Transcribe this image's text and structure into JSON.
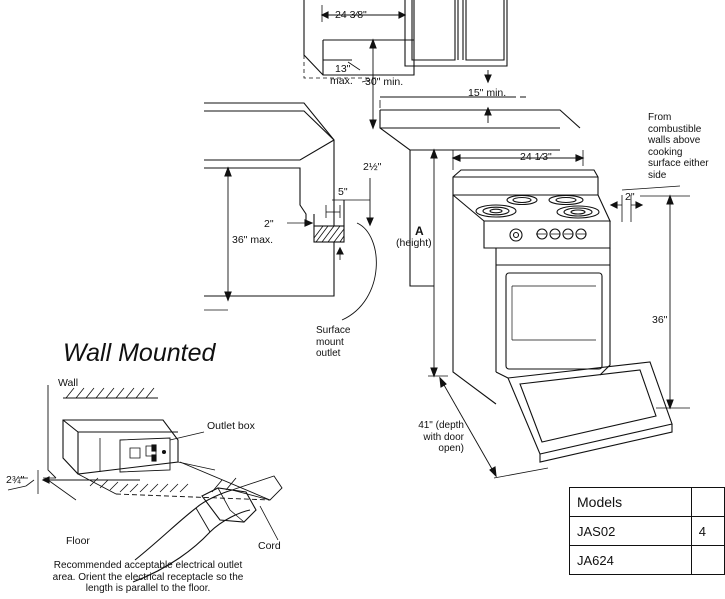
{
  "labels": {
    "top_width": "24 3⁄8\"",
    "cabinet_depth_max_value": "13\"",
    "cabinet_depth_max_suffix": "max.",
    "clearance_above": "30\" min.",
    "side_clearance_min": "15\" min.",
    "outlet_offset_5": "5\"",
    "outlet_offset_2a": "2\"",
    "outlet_offset_2half": "2½\"",
    "counter_height_max": "36\" max.",
    "dim_a_letter": "A",
    "dim_a_caption": "(height)",
    "range_width": "24 1⁄3\"",
    "side_gap": "2\"",
    "range_height_36": "36\"",
    "combustible_note": [
      "From",
      "combustible",
      "walls above",
      "cooking",
      "surface either",
      "side"
    ],
    "surface_outlet": [
      "Surface",
      "mount",
      "outlet"
    ],
    "depth_door_open": [
      "41\" (depth",
      "with door",
      "open)"
    ]
  },
  "wall_mounted": {
    "title": "Wall Mounted",
    "wall_label": "Wall",
    "outlet_box_label": "Outlet box",
    "floor_label": "Floor",
    "cord_label": "Cord",
    "floor_offset": "2¾\"",
    "note": [
      "Recommended acceptable electrical outlet",
      "area. Orient the electrical receptacle so the",
      "length is parallel to the floor."
    ]
  },
  "models_table": {
    "header": [
      "Models",
      ""
    ],
    "rows": [
      [
        "JAS02",
        "4"
      ],
      [
        "JA624",
        ""
      ]
    ]
  }
}
